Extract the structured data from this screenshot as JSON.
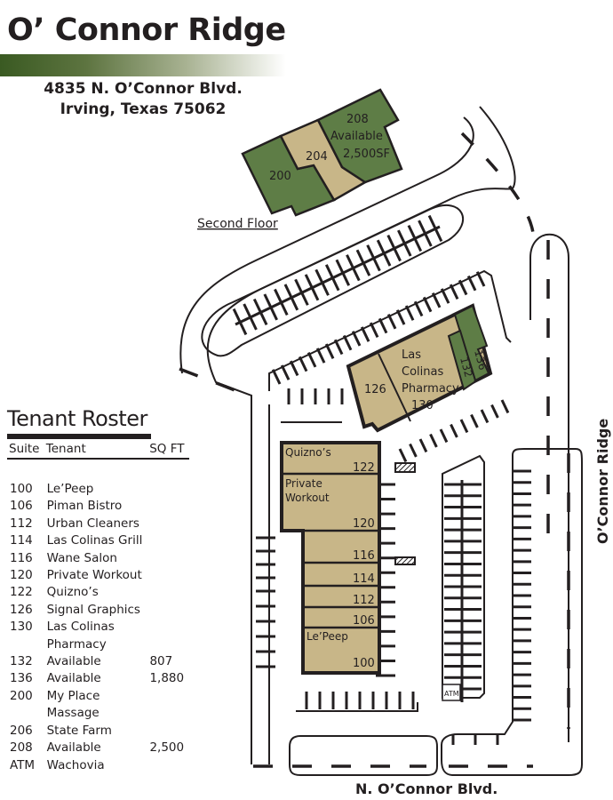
{
  "header": {
    "title": "O’ Connor Ridge",
    "address_line1": "4835 N. O’Connor Blvd.",
    "address_line2": "Irving, Texas 75062"
  },
  "colors": {
    "occupied": "#c8b688",
    "available": "#5e7d46",
    "title_bar": "#3a5a22"
  },
  "map": {
    "second_floor_label": "Second Floor",
    "street_bottom": "N. O’Connor Blvd.",
    "street_right": "O’Connor Ridge",
    "atm_label": "ATM",
    "second_floor_suites": {
      "s200": "200",
      "s204": "204",
      "s208": "208",
      "s208_status": "Available",
      "s208_size": "2,500SF"
    },
    "pharmacy_building": {
      "s126": "126",
      "s130_line1": "Las",
      "s130_line2": "Colinas",
      "s130_line3": "Pharmacy",
      "s130": "130",
      "s132": "132",
      "s136": "136"
    },
    "strip_building": {
      "s122_name": "Quizno’s",
      "s122": "122",
      "s120_name1": "Private",
      "s120_name2": "Workout",
      "s120": "120",
      "s116": "116",
      "s114": "114",
      "s112": "112",
      "s106": "106",
      "s100_name": "Le’Peep",
      "s100": "100"
    }
  },
  "roster": {
    "title": "Tenant Roster",
    "columns": [
      "Suite",
      "Tenant",
      "SQ FT"
    ],
    "rows": [
      {
        "suite": "100",
        "tenant": "Le’Peep",
        "sqft": ""
      },
      {
        "suite": "106",
        "tenant": "Piman Bistro",
        "sqft": ""
      },
      {
        "suite": "112",
        "tenant": "Urban Cleaners",
        "sqft": ""
      },
      {
        "suite": "114",
        "tenant": "Las Colinas Grill",
        "sqft": ""
      },
      {
        "suite": "116",
        "tenant": "Wane Salon",
        "sqft": ""
      },
      {
        "suite": "120",
        "tenant": "Private Workout",
        "sqft": ""
      },
      {
        "suite": "122",
        "tenant": "Quizno’s",
        "sqft": ""
      },
      {
        "suite": "126",
        "tenant": "Signal Graphics",
        "sqft": ""
      },
      {
        "suite": "130",
        "tenant": "Las Colinas",
        "sqft": ""
      },
      {
        "suite": "",
        "tenant": "Pharmacy",
        "sqft": ""
      },
      {
        "suite": "132",
        "tenant": "Available",
        "sqft": "807"
      },
      {
        "suite": "136",
        "tenant": "Available",
        "sqft": "1,880"
      },
      {
        "suite": "200",
        "tenant": "My Place",
        "sqft": ""
      },
      {
        "suite": "",
        "tenant": "Massage",
        "sqft": ""
      },
      {
        "suite": "206",
        "tenant": "State Farm",
        "sqft": ""
      },
      {
        "suite": "208",
        "tenant": "Available",
        "sqft": "2,500"
      },
      {
        "suite": "ATM",
        "tenant": "Wachovia",
        "sqft": ""
      }
    ]
  }
}
